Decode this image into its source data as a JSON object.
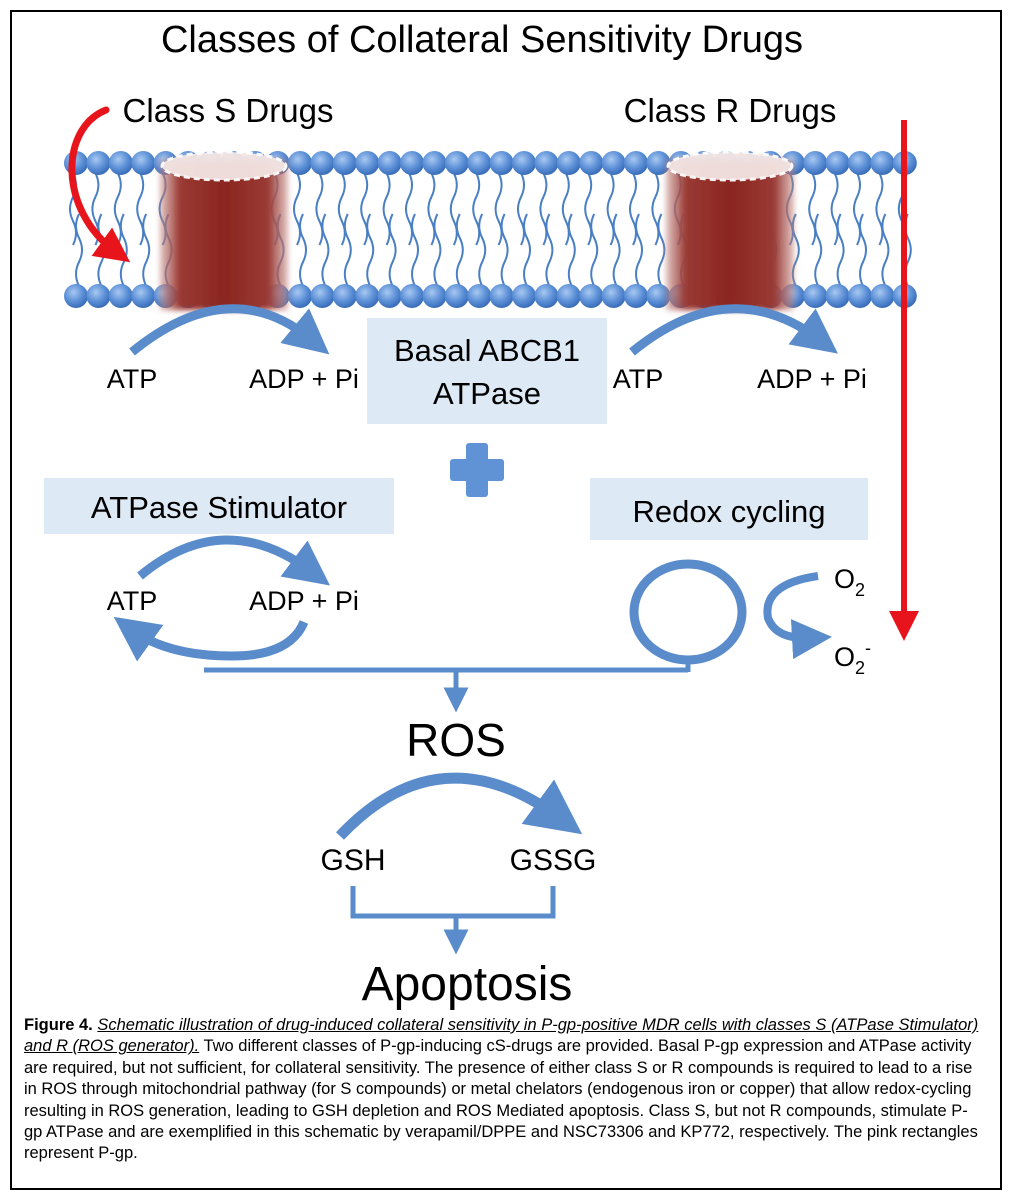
{
  "title": "Classes of Collateral Sensitivity Drugs",
  "class_s_label": "Class S Drugs",
  "class_r_label": "Class  R Drugs",
  "left_pump": {
    "atp": "ATP",
    "adp": "ADP + Pi"
  },
  "right_pump": {
    "atp": "ATP",
    "adp": "ADP + Pi"
  },
  "basal_box": {
    "line1": "Basal ABCB1",
    "line2": "ATPase"
  },
  "stimulator_box": "ATPase Stimulator",
  "stimulator_cycle": {
    "atp": "ATP",
    "adp": "ADP + Pi"
  },
  "redox_box": "Redox cycling",
  "redox": {
    "o2": "O",
    "o2_sub": "2",
    "o2minus": "O",
    "o2minus_sub": "2",
    "o2minus_sup": "-"
  },
  "ros": "ROS",
  "gsh": "GSH",
  "gssg": "GSSG",
  "apoptosis": "Apoptosis",
  "caption": {
    "figure": "Figure 4.",
    "italic": "Schematic illustration of drug-induced collateral sensitivity in P-gp-positive MDR cells with classes S (ATPase Stimulator) and R (ROS generator).",
    "body": " Two different classes of P-gp-inducing cS-drugs are provided.  Basal P-gp expression and ATPase activity are required, but not sufficient, for collateral sensitivity. The presence of either class S or R compounds is required to lead to a rise in ROS through mitochondrial pathway (for S compounds) or metal chelators (endogenous iron or copper) that allow redox-cycling resulting in ROS generation, leading to GSH depletion and ROS Mediated apoptosis. Class S, but not R compounds, stimulate P-gp ATPase and are exemplified in this schematic by verapamil/DPPE and NSC73306 and KP772, respectively. The pink rectangles represent P-gp."
  },
  "colors": {
    "membrane_head": "#5b8fd6",
    "tail": "#4a7fc4",
    "pump": "#8b2a26",
    "flow_arrow": "#5a8ccc",
    "red_arrow": "#e8141b",
    "label_box": "#dde9f4",
    "plus": "#5f93d6"
  }
}
